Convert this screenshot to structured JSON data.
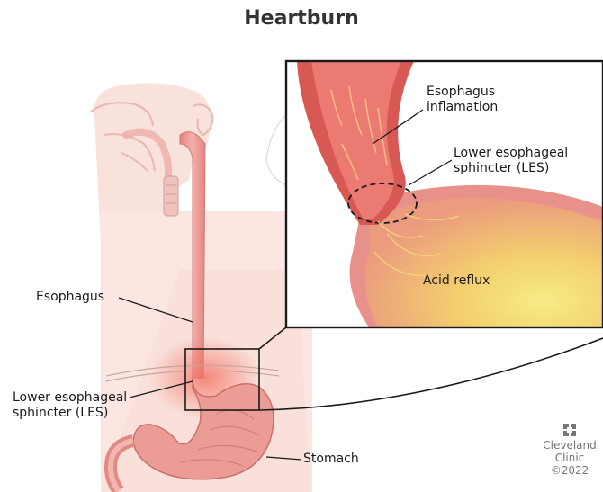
{
  "title": "Heartburn",
  "labels": {
    "esophagus": "Esophagus",
    "les_left": {
      "line1": "Lower esophageal",
      "line2": "sphincter (LES)"
    },
    "stomach": "Stomach",
    "inflammation": {
      "line1": "Esophagus",
      "line2": "inflamation"
    },
    "les_right": {
      "line1": "Lower esophageal",
      "line2": "sphincter (LES)"
    },
    "acid_reflux": "Acid reflux"
  },
  "logo": {
    "line1": "Cleveland",
    "line2": "Clinic",
    "line3": "©2022"
  },
  "colors": {
    "skin": "#f7d9d4",
    "tissue": "#e89a96",
    "tissue_dark": "#c96a66",
    "acid": "#f2e06a",
    "inflamed": "#e2534f",
    "outline": "#1a1a1a"
  },
  "icons": [
    "cleveland-clinic-logo-icon"
  ]
}
